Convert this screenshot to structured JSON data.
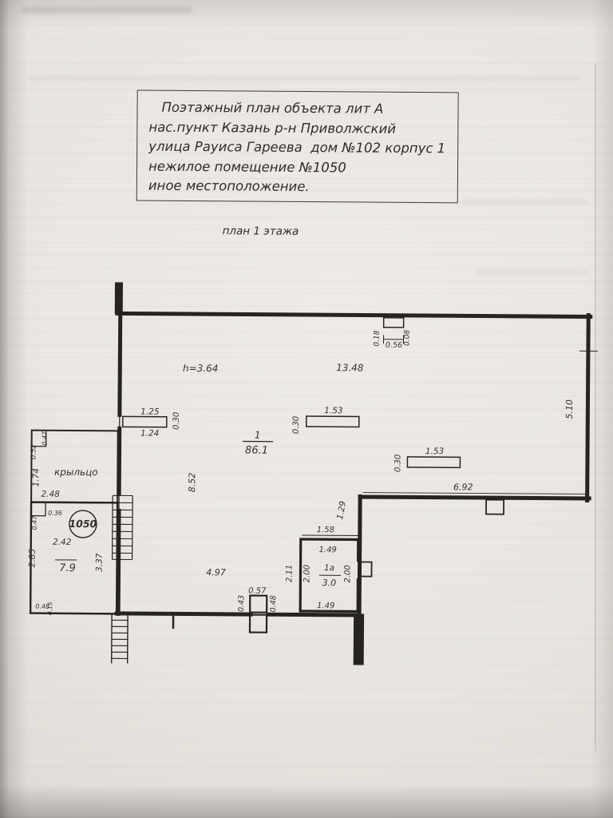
{
  "document": {
    "title_block": {
      "line1": "Поэтажный план объекта лит А",
      "line2": "нас.пункт Казань р-н Приволжский",
      "line3": "улица Рауиса Гареева  дом №102 корпус 1",
      "line4": "нежилое помещение №1050",
      "line5": "иное местоположение."
    },
    "caption": "план 1 этажа"
  },
  "plan": {
    "unit_number": "1050",
    "rooms": {
      "hall": {
        "number": "1",
        "area": "86.1",
        "height": "h=3.64"
      },
      "room1a": {
        "number": "1а",
        "area": "3.0"
      },
      "room79": {
        "area": "7.9"
      },
      "porch": {
        "label": "крыльцо"
      }
    },
    "dims": {
      "top_notch_left": "0.18",
      "top_notch_width": "0.56",
      "top_notch_right": "0.08",
      "hall_width": "13.48",
      "hall_height_right": "5.10",
      "hall_height_left": "8.52",
      "hall_bottom_width": "4.97",
      "wall_bottom_right": "6.92",
      "pilaster_top": "1.25",
      "pilaster_depth": "0.30",
      "pilaster_bottom": "1.24",
      "column1_length": "1.53",
      "column1_depth": "0.30",
      "column2_length": "1.53",
      "column2_depth": "0.30",
      "porch_d1": "0.52",
      "porch_d2": "0.47",
      "porch_height": "1.74",
      "porch_width": "2.48",
      "r79_d1": "0.47",
      "r79_d2": "0.36",
      "r79_width": "2.42",
      "r79_height_left": "2.85",
      "r79_height_right": "3.37",
      "r79_d3": "0.48",
      "r79_d4": "0.15",
      "corridor_offset": "1.29",
      "corridor_width": "2.11",
      "r1a_top_outer": "1.58",
      "r1a_top_inner": "1.49",
      "r1a_height_left": "2.00",
      "r1a_height_right": "2.00",
      "r1a_bottom": "1.49",
      "door_width": "0.57",
      "door_d1": "0.43",
      "door_d2": "0.48"
    }
  },
  "colors": {
    "ink": "#262420",
    "paper": "#e9e6e1"
  }
}
